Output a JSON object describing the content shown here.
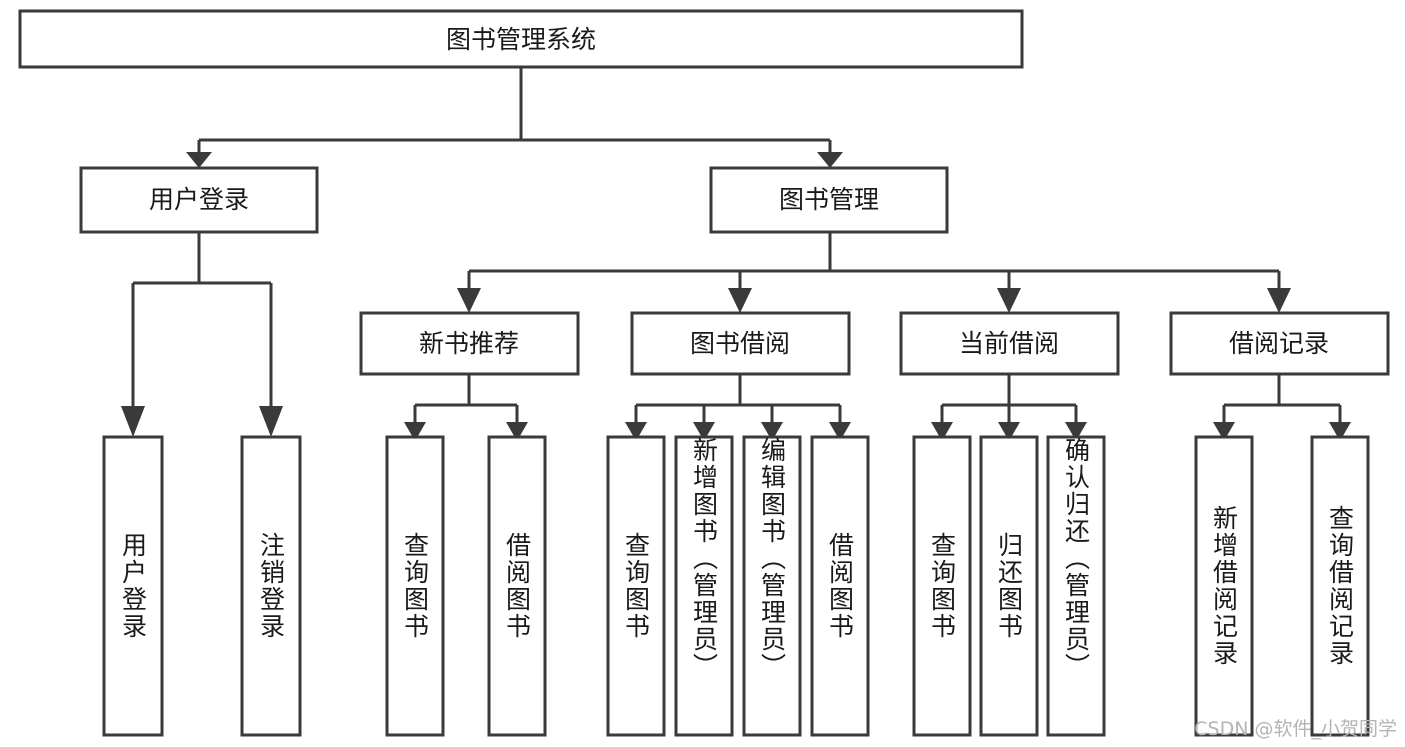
{
  "diagram": {
    "title": "图书管理系统",
    "type": "tree",
    "orientation": "top-down",
    "root": {
      "id": "root",
      "label": "图书管理系统",
      "text_orientation": "horizontal"
    },
    "level1": [
      {
        "id": "user-login",
        "label": "用户登录",
        "text_orientation": "horizontal"
      },
      {
        "id": "book-management",
        "label": "图书管理",
        "text_orientation": "horizontal"
      }
    ],
    "level2": [
      {
        "id": "new-book-recommend",
        "label": "新书推荐",
        "parent": "book-management",
        "text_orientation": "horizontal"
      },
      {
        "id": "book-borrow",
        "label": "图书借阅",
        "parent": "book-management",
        "text_orientation": "horizontal"
      },
      {
        "id": "current-borrow",
        "label": "当前借阅",
        "parent": "book-management",
        "text_orientation": "horizontal"
      },
      {
        "id": "borrow-record",
        "label": "借阅记录",
        "parent": "book-management",
        "text_orientation": "horizontal"
      }
    ],
    "leaves": [
      {
        "id": "leaf-user-login",
        "label": "用户登录",
        "parent": "user-login",
        "text_orientation": "vertical"
      },
      {
        "id": "leaf-user-logout",
        "label": "注销登录",
        "parent": "user-login",
        "text_orientation": "vertical"
      },
      {
        "id": "leaf-query-book-1",
        "label": "查询图书",
        "parent": "new-book-recommend",
        "text_orientation": "vertical"
      },
      {
        "id": "leaf-borrow-book-1",
        "label": "借阅图书",
        "parent": "new-book-recommend",
        "text_orientation": "vertical"
      },
      {
        "id": "leaf-query-book-2",
        "label": "查询图书",
        "parent": "book-borrow",
        "text_orientation": "vertical"
      },
      {
        "id": "leaf-add-book",
        "label": "新增图书（管理员）",
        "parent": "book-borrow",
        "text_orientation": "vertical"
      },
      {
        "id": "leaf-edit-book",
        "label": "编辑图书（管理员）",
        "parent": "book-borrow",
        "text_orientation": "vertical"
      },
      {
        "id": "leaf-borrow-book-2",
        "label": "借阅图书",
        "parent": "book-borrow",
        "text_orientation": "vertical"
      },
      {
        "id": "leaf-query-book-3",
        "label": "查询图书",
        "parent": "current-borrow",
        "text_orientation": "vertical"
      },
      {
        "id": "leaf-return-book",
        "label": "归还图书",
        "parent": "current-borrow",
        "text_orientation": "vertical"
      },
      {
        "id": "leaf-confirm-return",
        "label": "确认归还（管理员）",
        "parent": "current-borrow",
        "text_orientation": "vertical"
      },
      {
        "id": "leaf-add-record",
        "label": "新增借阅记录",
        "parent": "borrow-record",
        "text_orientation": "vertical"
      },
      {
        "id": "leaf-query-record",
        "label": "查询借阅记录",
        "parent": "borrow-record",
        "text_orientation": "vertical"
      }
    ],
    "colors": {
      "background": "#ffffff",
      "box_fill": "#ffffff",
      "box_stroke": "#3a3a3a",
      "connector": "#3a3a3a",
      "text": "#1a1a1a",
      "watermark": "#b4b4b4"
    }
  },
  "watermark": {
    "text": "CSDN @软件_小贺同学"
  }
}
